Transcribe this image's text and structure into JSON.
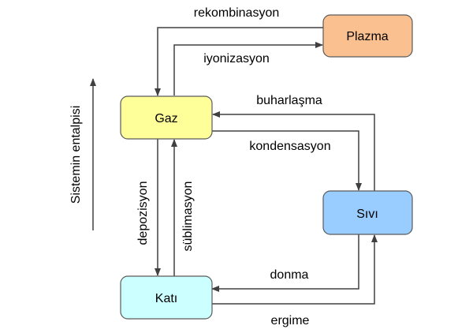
{
  "nodes": {
    "plazma": {
      "label": "Plazma",
      "color": "#FAC090"
    },
    "gaz": {
      "label": "Gaz",
      "color": "#FFFF99"
    },
    "sivi": {
      "label": "Sıvı",
      "color": "#99CCFF"
    },
    "kati": {
      "label": "Katı",
      "color": "#CCFFFF"
    }
  },
  "edges": {
    "rekombinasyon": "rekombinasyon",
    "iyonizasyon": "iyonizasyon",
    "buharlasma": "buharlaşma",
    "kondensasyon": "kondensasyon",
    "depozisyon": "depozisyon",
    "sublimasyon": "süblimasyon",
    "donma": "donma",
    "ergime": "ergime"
  },
  "axis_label": "Sistemin entalpisi"
}
